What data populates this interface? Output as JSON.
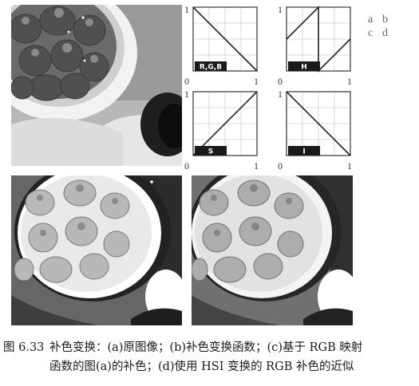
{
  "panel_letters": {
    "row1": [
      "a",
      "b"
    ],
    "row2": [
      "c",
      "d"
    ]
  },
  "graphs": [
    {
      "label": "R,G,B",
      "x_ticks": [
        "0",
        "1"
      ],
      "y_ticks": [
        "1"
      ],
      "curve": "decreasing-line"
    },
    {
      "label": "H",
      "x_ticks": [
        "0",
        "1"
      ],
      "y_ticks": [
        "1"
      ],
      "curve": "sawtooth"
    },
    {
      "label": "S",
      "x_ticks": [
        "0",
        "1"
      ],
      "y_ticks": [
        "1"
      ],
      "curve": "increasing-line"
    },
    {
      "label": "I",
      "x_ticks": [
        "0",
        "1"
      ],
      "y_ticks": [
        "1"
      ],
      "curve": "decreasing-line"
    }
  ],
  "caption": {
    "figure_label": "图 6.33",
    "line1": "补色变换：(a)原图像；(b)补色变换函数；(c)基于 RGB 映射",
    "line2": "函数的图(a)的补色；(d)使用 HSI 变换的 RGB 补色的近似"
  }
}
